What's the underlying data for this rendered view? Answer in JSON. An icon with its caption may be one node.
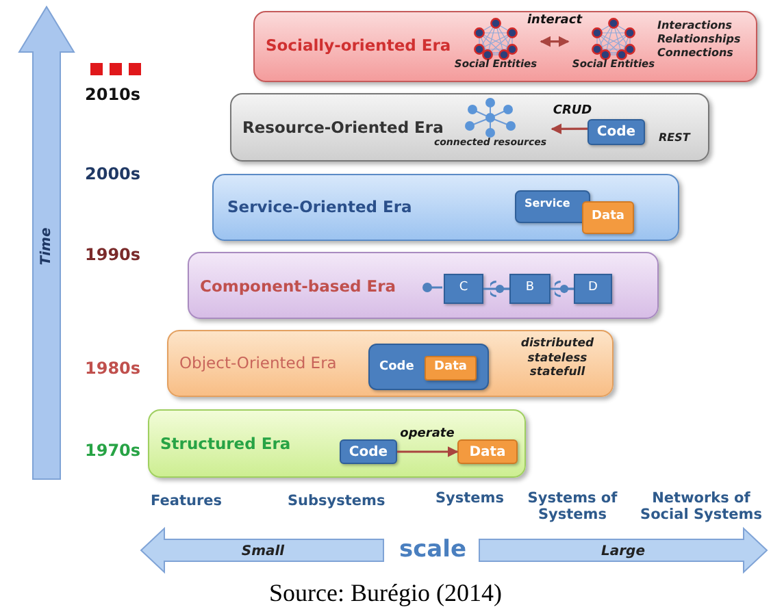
{
  "diagram": {
    "caption": "Source: Burégio (2014)",
    "nodes": [
      {
        "text": [
          "Socially-oriented Era",
          "Interactions Relationships Connections"
        ]
      },
      {
        "text": [
          "Social Entities"
        ],
        "in": 0
      },
      {
        "text": [
          "Social Entities"
        ],
        "in": 0
      },
      {
        "text": [
          "Resource-Oriented Era",
          "REST"
        ]
      },
      {
        "text": [
          "connected resources"
        ],
        "in": 3
      },
      {
        "text": [
          "Code"
        ],
        "in": 3
      },
      {
        "text": [
          "Service-Oriented Era"
        ]
      },
      {
        "text": [
          "Service"
        ],
        "in": 6
      },
      {
        "text": [
          "Data"
        ],
        "in": 6
      },
      {
        "text": [
          "Component-based Era"
        ]
      },
      {
        "text": [
          "C"
        ],
        "in": 9
      },
      {
        "text": [
          "B"
        ],
        "in": 9
      },
      {
        "text": [
          "D"
        ],
        "in": 9
      },
      {
        "text": [
          "Object-Oriented Era",
          "distributed stateless statefull"
        ]
      },
      {
        "text": [
          "Code"
        ],
        "in": 13
      },
      {
        "text": [
          "Data"
        ],
        "in": 14
      },
      {
        "text": [
          "Structured Era"
        ]
      },
      {
        "text": [
          "Code"
        ],
        "in": 16
      },
      {
        "text": [
          "Data"
        ],
        "in": 16
      }
    ],
    "edges": [
      {
        "from": 1,
        "to": 2,
        "arrow": "both",
        "label": "interact"
      },
      {
        "from": 5,
        "to": 4,
        "arrow": "to",
        "label": "CRUD"
      },
      {
        "from": 10,
        "to": 11,
        "arrow": "other",
        "color": "#4f81bd"
      },
      {
        "from": 11,
        "to": 12,
        "arrow": "other",
        "color": "#4f81bd"
      },
      {
        "from": 17,
        "to": 18,
        "arrow": "to",
        "label": "operate"
      }
    ],
    "labels": [
      "2010s",
      "2000s",
      "1990s",
      "1980s",
      "1970s",
      "Time",
      "Features",
      "Subsystems",
      "Systems",
      "Systems of Systems",
      "Networks of Social Systems",
      "Small",
      "scale",
      "Large"
    ]
  }
}
